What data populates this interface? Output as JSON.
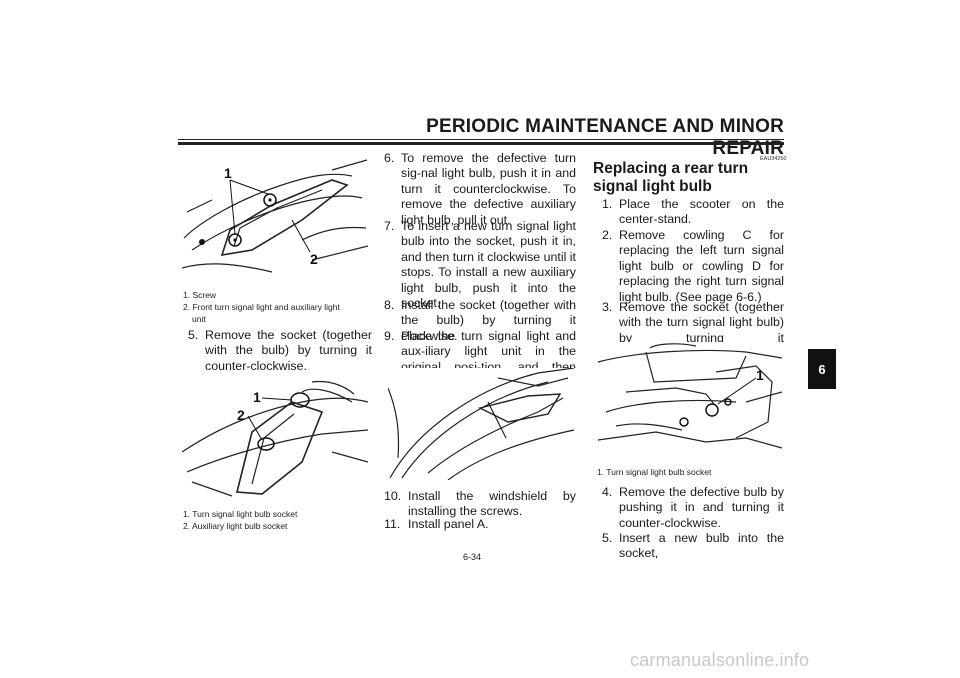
{
  "header": {
    "title": "PERIODIC MAINTENANCE AND MINOR REPAIR"
  },
  "chapter_tab": "6",
  "figure1": {
    "callouts": [
      "1",
      "2"
    ],
    "captions": [
      "1. Screw",
      "2. Front turn signal light and auxiliary light",
      "unit"
    ]
  },
  "step5": {
    "num": "5.",
    "text": "Remove the socket (together with the bulb) by turning it counter-clockwise."
  },
  "figure2": {
    "callouts": [
      "1",
      "2"
    ],
    "captions": [
      "1. Turn signal light bulb socket",
      "2. Auxiliary light bulb socket"
    ]
  },
  "middle_steps": [
    {
      "num": "6.",
      "text": "To remove the defective turn sig-nal light bulb, push it in and turn it counterclockwise. To remove the defective auxiliary light bulb, pull it out."
    },
    {
      "num": "7.",
      "text": "To insert a new turn signal light bulb into the socket, push it in, and then turn it clockwise until it stops. To install a new auxiliary light bulb, push it into the socket."
    },
    {
      "num": "8.",
      "text": "Install the socket (together with the bulb) by turning it clockwise."
    },
    {
      "num": "9.",
      "text": "Place the turn signal light and aux-iliary light unit in the original posi-tion, and then install the screws."
    }
  ],
  "bottom_steps": [
    {
      "num": "10.",
      "text": "Install the windshield by installing the screws."
    },
    {
      "num": "11.",
      "text": "Install panel A."
    }
  ],
  "section": {
    "code": "EAU34260",
    "heading": "Replacing a rear turn signal light bulb",
    "steps": [
      {
        "num": "1.",
        "text": "Place the scooter on the center-stand."
      },
      {
        "num": "2.",
        "text": "Remove cowling C for replacing the left turn signal light bulb or cowling D for replacing the right turn signal light bulb. (See page 6-6.)"
      },
      {
        "num": "3.",
        "text": "Remove the socket (together with the turn signal light bulb) by turning it counterclockwise."
      }
    ],
    "figure": {
      "callouts": [
        "1"
      ],
      "captions": [
        "1. Turn signal light bulb socket"
      ]
    },
    "steps_after": [
      {
        "num": "4.",
        "text": "Remove the defective bulb by pushing it in and turning it counter-clockwise."
      },
      {
        "num": "5.",
        "text": "Insert a new bulb into the socket,"
      }
    ]
  },
  "page_number": "6-34",
  "watermark": "carmanualsonline.info"
}
